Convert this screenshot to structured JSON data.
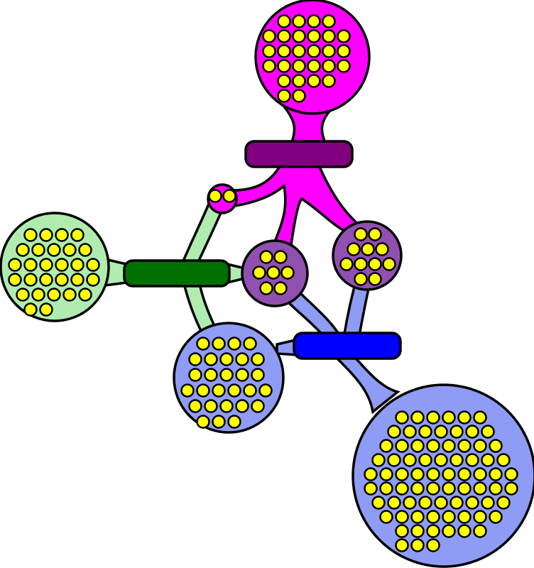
{
  "colors": {
    "magenta": "#ff00ff",
    "purple": "#9050b0",
    "green": "#b0ecb0",
    "blue": "#8f9cf5",
    "token": "#ffff00",
    "transition_purple": "#800080",
    "transition_green": "#007000",
    "transition_blue": "#0000ff"
  },
  "transitions": [
    {
      "id": "t-purple",
      "color_key": "transition_purple"
    },
    {
      "id": "t-green",
      "color_key": "transition_green"
    },
    {
      "id": "t-blue",
      "color_key": "transition_blue"
    }
  ],
  "places": [
    {
      "id": "top",
      "color_key": "magenta",
      "tokens": 28
    },
    {
      "id": "small-magenta",
      "color_key": "magenta",
      "tokens": 2
    },
    {
      "id": "mid-purple",
      "color_key": "purple",
      "tokens": 7
    },
    {
      "id": "right-purple",
      "color_key": "purple",
      "tokens": 12
    },
    {
      "id": "left-green",
      "color_key": "green",
      "tokens": 28
    },
    {
      "id": "mid-blue",
      "color_key": "blue",
      "tokens": 28
    },
    {
      "id": "big-blue",
      "color_key": "blue",
      "tokens": 76
    }
  ]
}
